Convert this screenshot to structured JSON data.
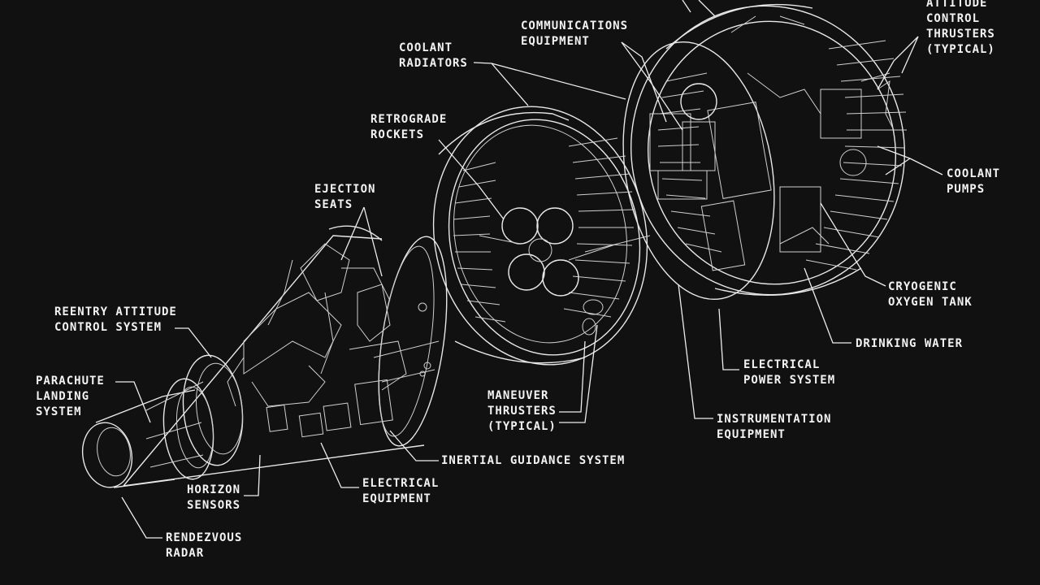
{
  "labels": {
    "communications_equipment": [
      "COMMUNICATIONS",
      "EQUIPMENT"
    ],
    "attitude_control_thrusters": [
      "ATTITUDE",
      "CONTROL",
      "THRUSTERS",
      "(TYPICAL)"
    ],
    "coolant_radiators": [
      "COOLANT",
      "RADIATORS"
    ],
    "retrograde_rockets": [
      "RETROGRADE",
      "ROCKETS"
    ],
    "coolant_pumps": [
      "COOLANT",
      "PUMPS"
    ],
    "ejection_seats": [
      "EJECTION",
      "SEATS"
    ],
    "cryogenic_oxygen_tank": [
      "CRYOGENIC",
      "OXYGEN TANK"
    ],
    "reentry_attitude_control_system": [
      "REENTRY ATTITUDE",
      "CONTROL SYSTEM"
    ],
    "drinking_water": [
      "DRINKING WATER"
    ],
    "electrical_power_system": [
      "ELECTRICAL",
      "POWER SYSTEM"
    ],
    "parachute_landing_system": [
      "PARACHUTE",
      "LANDING",
      "SYSTEM"
    ],
    "maneuver_thrusters": [
      "MANEUVER",
      "THRUSTERS",
      "(TYPICAL)"
    ],
    "instrumentation_equipment": [
      "INSTRUMENTATION",
      "EQUIPMENT"
    ],
    "inertial_guidance_system": [
      "INERTIAL GUIDANCE SYSTEM"
    ],
    "electrical_equipment": [
      "ELECTRICAL",
      "EQUIPMENT"
    ],
    "horizon_sensors": [
      "HORIZON",
      "SENSORS"
    ],
    "rendezvous_radar": [
      "RENDEZVOUS",
      "RADAR"
    ]
  }
}
